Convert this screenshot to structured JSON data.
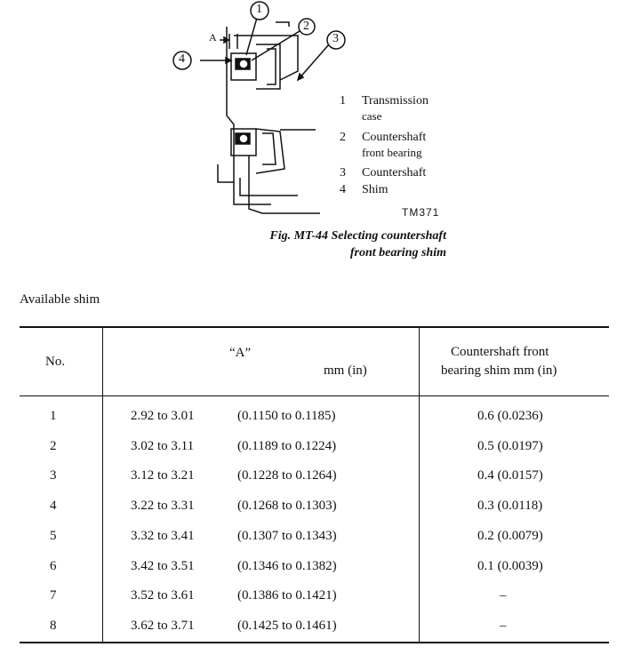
{
  "figure": {
    "callouts": [
      "1",
      "2",
      "3",
      "4"
    ],
    "dimension_label": "A",
    "legend": [
      {
        "num": "1",
        "lines": [
          "Transmission",
          "case"
        ]
      },
      {
        "num": "2",
        "lines": [
          "Countershaft",
          "front bearing"
        ]
      },
      {
        "num": "3",
        "lines": [
          "Countershaft"
        ]
      },
      {
        "num": "4",
        "lines": [
          "Shim"
        ]
      }
    ],
    "code": "TM371",
    "caption_line1": "Fig. MT-44  Selecting countershaft",
    "caption_line2": "front bearing shim"
  },
  "section_title": "Available shim",
  "table": {
    "header": {
      "no": "No.",
      "a": "“A”",
      "a_unit": "mm (in)",
      "shim_line1": "Countershaft front",
      "shim_line2": "bearing shim  mm (in)"
    },
    "rows": [
      {
        "no": "1",
        "a_mm": "2.92 to 3.01",
        "a_in": "(0.1150 to 0.1185)",
        "shim": "0.6  (0.0236)"
      },
      {
        "no": "2",
        "a_mm": "3.02 to 3.11",
        "a_in": "(0.1189 to 0.1224)",
        "shim": "0.5  (0.0197)"
      },
      {
        "no": "3",
        "a_mm": "3.12 to 3.21",
        "a_in": "(0.1228 to 0.1264)",
        "shim": "0.4  (0.0157)"
      },
      {
        "no": "4",
        "a_mm": "3.22 to 3.31",
        "a_in": "(0.1268 to 0.1303)",
        "shim": "0.3  (0.0118)"
      },
      {
        "no": "5",
        "a_mm": "3.32 to 3.41",
        "a_in": "(0.1307 to 0.1343)",
        "shim": "0.2  (0.0079)"
      },
      {
        "no": "6",
        "a_mm": "3.42 to 3.51",
        "a_in": "(0.1346 to 0.1382)",
        "shim": "0.1  (0.0039)"
      },
      {
        "no": "7",
        "a_mm": "3.52 to 3.61",
        "a_in": "(0.1386 to 0.1421)",
        "shim": "–"
      },
      {
        "no": "8",
        "a_mm": "3.62 to 3.71",
        "a_in": "(0.1425 to 0.1461)",
        "shim": "–"
      }
    ]
  }
}
